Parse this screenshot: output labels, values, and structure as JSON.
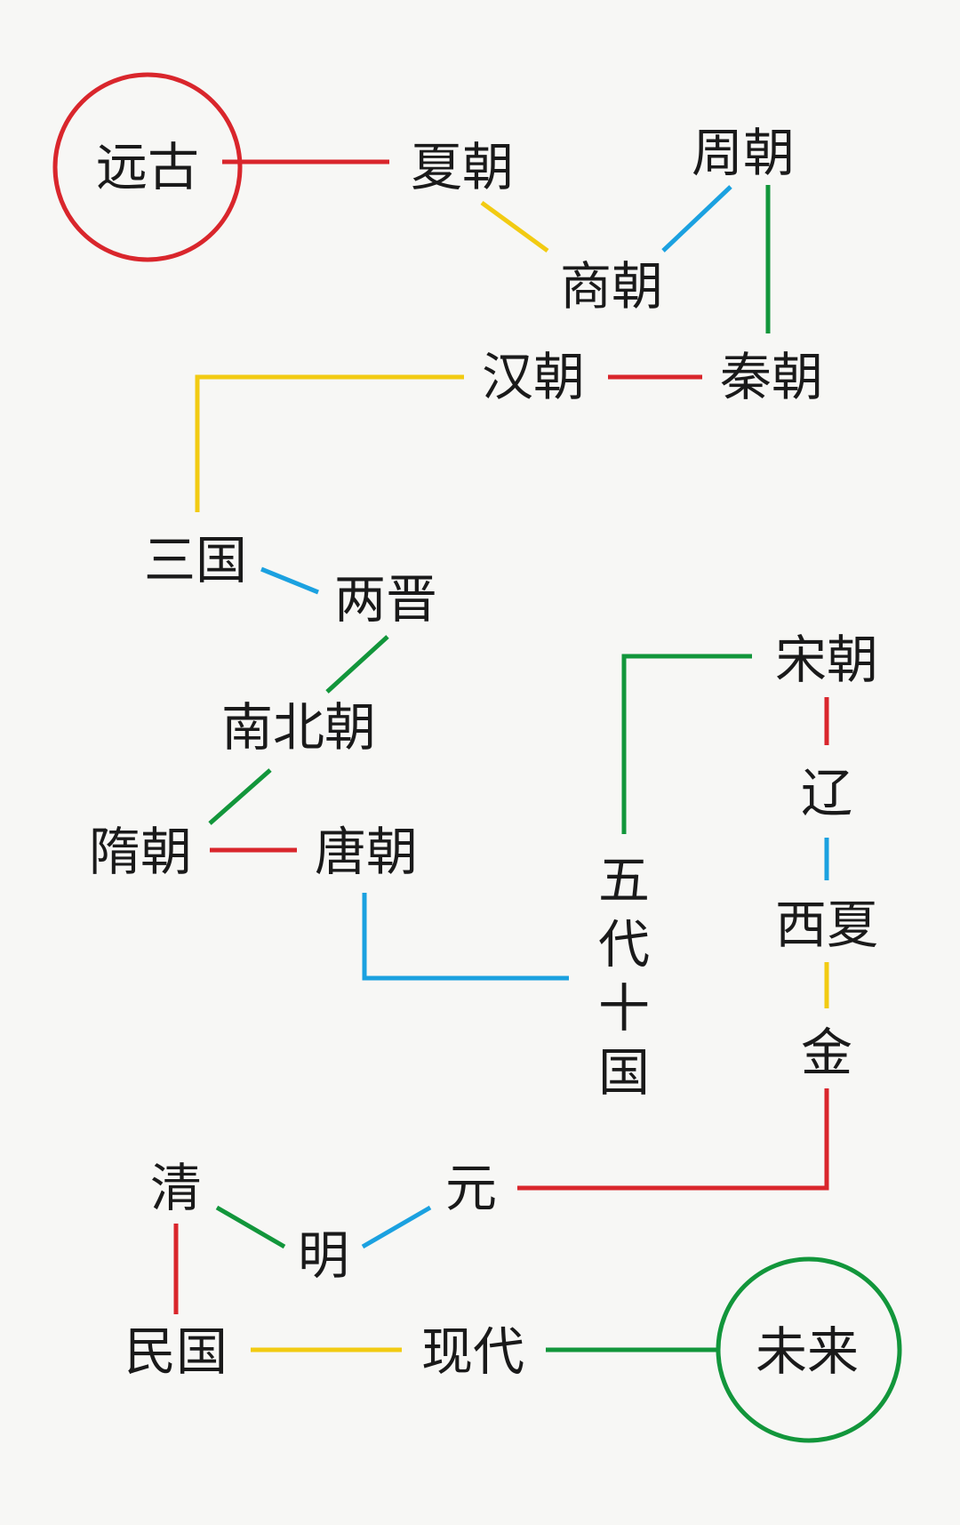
{
  "colors": {
    "red": "#d9262c",
    "yellow": "#f2cb12",
    "blue": "#1ba1e0",
    "green": "#12963b"
  },
  "nodes": {
    "ancient": "远古",
    "xia": "夏朝",
    "shang": "商朝",
    "zhou": "周朝",
    "qin": "秦朝",
    "han": "汉朝",
    "three_kingdoms": "三国",
    "jin": "两晋",
    "nanbei": "南北朝",
    "sui": "隋朝",
    "tang": "唐朝",
    "five_dynasties": [
      "五",
      "代",
      "十",
      "国"
    ],
    "song": "宋朝",
    "liao": "辽",
    "xixia": "西夏",
    "jin_dynasty": "金",
    "yuan": "元",
    "ming": "明",
    "qing": "清",
    "minguo": "民国",
    "modern": "现代",
    "future": "未来"
  },
  "connections": [
    {
      "from": "ancient",
      "to": "xia",
      "color": "red"
    },
    {
      "from": "xia",
      "to": "shang",
      "color": "yellow"
    },
    {
      "from": "shang",
      "to": "zhou",
      "color": "blue"
    },
    {
      "from": "zhou",
      "to": "qin",
      "color": "green"
    },
    {
      "from": "qin",
      "to": "han",
      "color": "red"
    },
    {
      "from": "han",
      "to": "three_kingdoms",
      "color": "yellow"
    },
    {
      "from": "three_kingdoms",
      "to": "jin",
      "color": "blue"
    },
    {
      "from": "jin",
      "to": "nanbei",
      "color": "green"
    },
    {
      "from": "nanbei",
      "to": "sui",
      "color": "green"
    },
    {
      "from": "sui",
      "to": "tang",
      "color": "red"
    },
    {
      "from": "tang",
      "to": "five_dynasties",
      "color": "blue"
    },
    {
      "from": "five_dynasties",
      "to": "song",
      "color": "green"
    },
    {
      "from": "song",
      "to": "liao",
      "color": "red"
    },
    {
      "from": "liao",
      "to": "xixia",
      "color": "blue"
    },
    {
      "from": "xixia",
      "to": "jin_dynasty",
      "color": "yellow"
    },
    {
      "from": "jin_dynasty",
      "to": "yuan",
      "color": "red"
    },
    {
      "from": "yuan",
      "to": "ming",
      "color": "blue"
    },
    {
      "from": "ming",
      "to": "qing",
      "color": "green"
    },
    {
      "from": "qing",
      "to": "minguo",
      "color": "red"
    },
    {
      "from": "minguo",
      "to": "modern",
      "color": "yellow"
    },
    {
      "from": "modern",
      "to": "future",
      "color": "green"
    }
  ]
}
